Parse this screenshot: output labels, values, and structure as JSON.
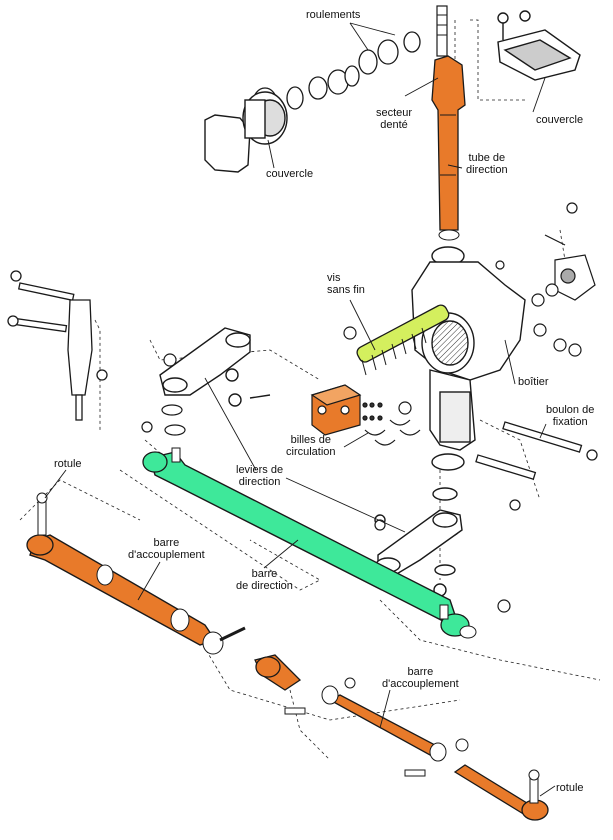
{
  "labels": {
    "roulements": "roulements",
    "couvercle_left": "couvercle",
    "couvercle_right": "couvercle",
    "secteur_dente": "secteur\ndenté",
    "tube_direction": "tube de\ndirection",
    "vis_sans_fin": "vis\nsans fin",
    "boitier": "boîtier",
    "billes_circulation": "billes de\ncirculation",
    "boulon_fixation": "boulon de\nfixation",
    "leviers_direction": "leviers de\ndirection",
    "rotule_left": "rotule",
    "rotule_right": "rotule",
    "barre_accouplement_left": "barre\nd'accouplement",
    "barre_direction": "barre\nde direction",
    "barre_accouplement_right": "barre\nd'accouplement"
  },
  "colors": {
    "orange": "#e87a2a",
    "green": "#3ee89a",
    "yellow_green": "#d4ef5e",
    "outline": "#1a1a1a"
  }
}
